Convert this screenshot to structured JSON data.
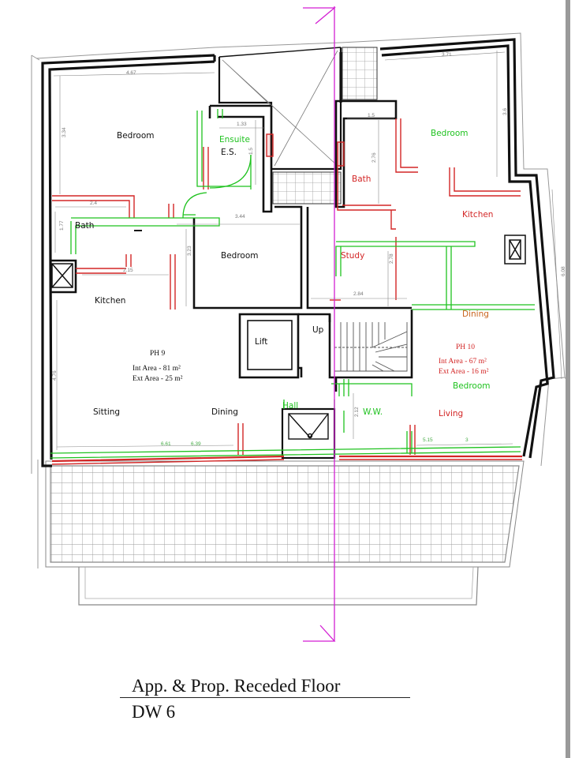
{
  "colors": {
    "wall": "#111111",
    "existing": "#d32626",
    "proposed": "#1fc21f",
    "section": "#d31fd3",
    "dimension": "#888888",
    "tile": "#9a9a9a"
  },
  "rooms": {
    "bedroom_nw": "Bedroom",
    "ensuite": "Ensuite",
    "es": "E.S.",
    "bath_left": "Bath",
    "bedroom_center": "Bedroom",
    "kitchen_left": "Kitchen",
    "lift": "Lift",
    "up": "Up",
    "sitting": "Sitting",
    "dining_left": "Dining",
    "hall": "Hall",
    "bedroom_ne": "Bedroom",
    "bath_right": "Bath",
    "kitchen_right": "Kitchen",
    "study": "Study",
    "dining_right": "Dining",
    "bedroom_right": "Bedroom",
    "ww": "W.W.",
    "living": "Living"
  },
  "units": {
    "ph9": {
      "name": "PH 9",
      "int_area": "Int Area - 81 m²",
      "ext_area": "Ext Area - 25 m²"
    },
    "ph10": {
      "name": "PH 10",
      "int_area": "Int Area - 67 m²",
      "ext_area": "Ext Area - 16 m²"
    }
  },
  "dimensions": {
    "top_left": "4.67",
    "top_right": "3.71",
    "left_vertical": "3.34",
    "ensuite_width": "1.33",
    "ensuite_v": "1.5",
    "bath_right_top": "1.5",
    "bath_right_v": "2.76",
    "right_v": "3.6",
    "bath_left_w": "2.4",
    "bath_left_v": "1.77",
    "bedroom_w": "3.44",
    "bedroom_v": "3.23",
    "kitchen_w": "2.15",
    "study_v": "2.78",
    "study_w": "2.84",
    "sitting_v": "4.76",
    "bottom_left_a": "6.61",
    "bottom_left_b": "6.39",
    "ww_v": "2.12",
    "bottom_right_a": "5.15",
    "bottom_right_b": "3",
    "far_right_v": "6.08"
  },
  "caption": {
    "title": "App. & Prop. Receded Floor",
    "subtitle": "DW 6"
  }
}
